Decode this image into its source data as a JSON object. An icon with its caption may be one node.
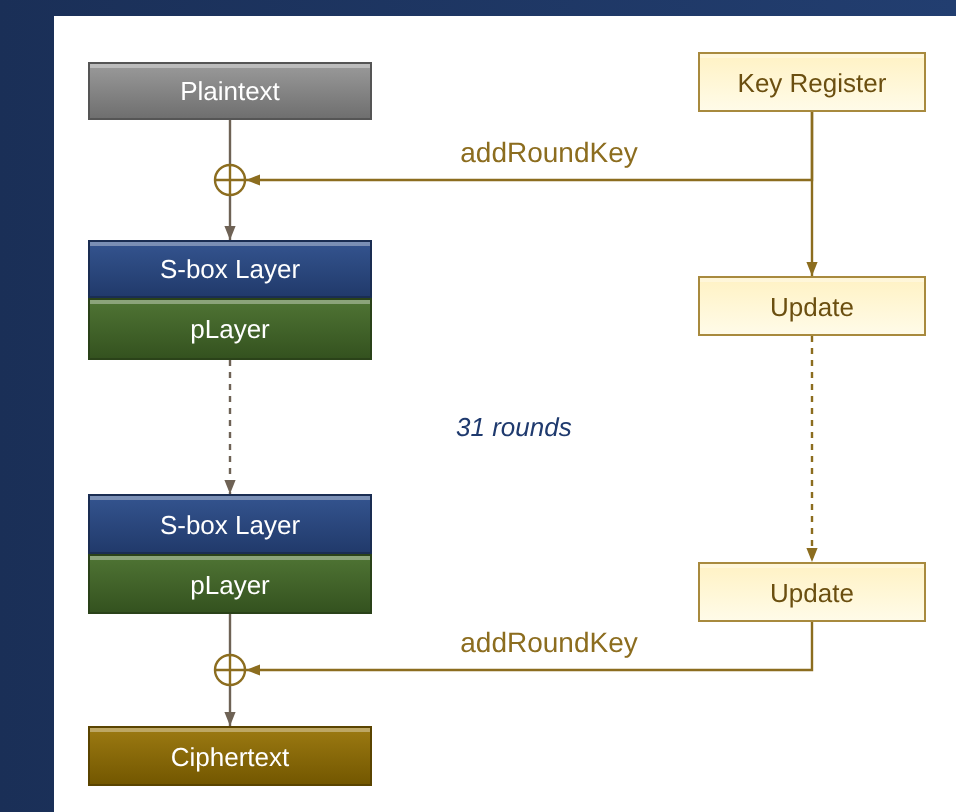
{
  "diagram": {
    "nodes": [
      {
        "text": [
          "Plaintext"
        ]
      },
      {
        "text": [],
        "shape": "circle"
      },
      {
        "text": [
          "S-box Layer"
        ]
      },
      {
        "text": [
          "pLayer"
        ]
      },
      {
        "text": [
          "S-box Layer"
        ]
      },
      {
        "text": [
          "pLayer"
        ]
      },
      {
        "text": [],
        "shape": "circle"
      },
      {
        "text": [
          "Ciphertext"
        ]
      },
      {
        "text": [
          "Key Register"
        ]
      },
      {
        "text": [
          "Update"
        ]
      },
      {
        "text": [
          "Update"
        ]
      }
    ],
    "edges": [
      {
        "from": 0,
        "to": 1,
        "arrow": "none"
      },
      {
        "from": 1,
        "to": 2,
        "arrow": "to"
      },
      {
        "from": 3,
        "to": 4,
        "arrow": "to",
        "style": "dashed"
      },
      {
        "from": 5,
        "to": 6,
        "arrow": "none"
      },
      {
        "from": 6,
        "to": 7,
        "arrow": "to"
      },
      {
        "from": 8,
        "to": 1,
        "arrow": "to",
        "label": "addRoundKey",
        "color": "#8c6d1f"
      },
      {
        "from": 8,
        "to": 9,
        "arrow": "to",
        "color": "#8c6d1f"
      },
      {
        "from": 9,
        "to": 10,
        "arrow": "to",
        "style": "dashed",
        "color": "#8c6d1f"
      },
      {
        "from": 10,
        "to": 6,
        "arrow": "to",
        "label": "addRoundKey",
        "color": "#8c6d1f"
      }
    ],
    "labels": [
      "31 rounds"
    ]
  }
}
